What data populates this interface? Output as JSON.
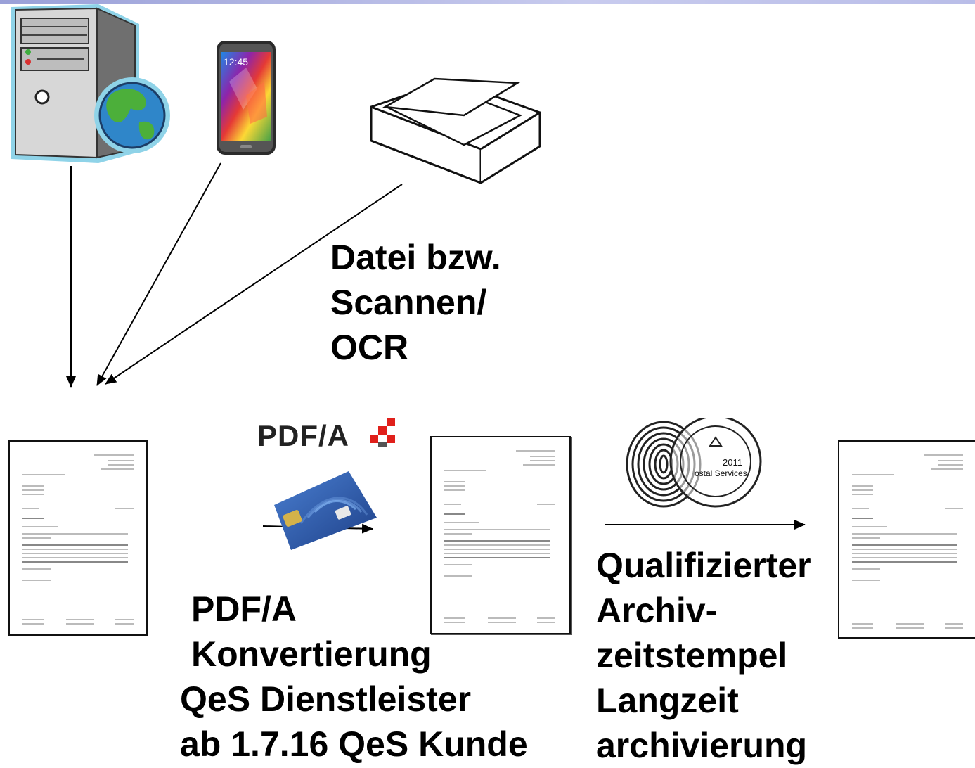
{
  "labels": {
    "source_caption": [
      "Datei bzw.",
      "Scannen/",
      "OCR"
    ],
    "pdfa_logo": "PDF/A",
    "conversion_caption": [
      "PDF/A",
      "Konvertierung",
      "QeS Dienstleister",
      "ab 1.7.16 QeS Kunde"
    ],
    "archive_caption": [
      "Qualifizierter",
      "Archiv-",
      "zeitstempel",
      "Langzeit",
      "archivierung"
    ]
  },
  "phone": {
    "time": "12:45"
  },
  "stamp": {
    "year": "2011",
    "text": "ostal Services"
  },
  "colors": {
    "topbar": "#aab0e0",
    "server_outline": "#8fd3e8",
    "chip_card": "#2a4f9e",
    "pdfa_red": "#e0201b"
  }
}
